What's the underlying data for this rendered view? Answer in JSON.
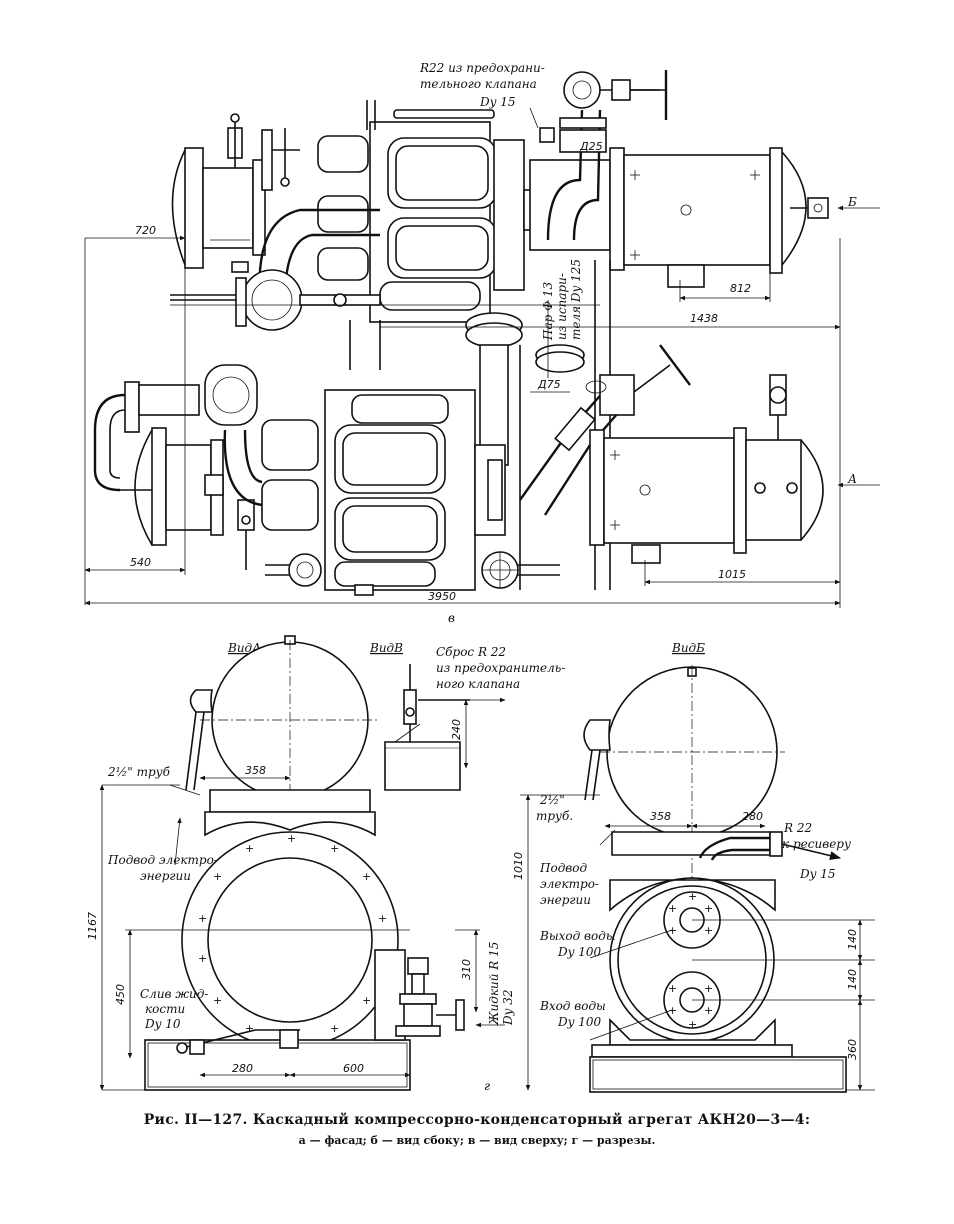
{
  "caption": {
    "title": "Рис. II—127. Каскадный компрессорно-конденсаторный агрегат АКН20—3—4:",
    "legend": "а — фасад; б — вид сбоку; в — вид сверху; г — разрезы."
  },
  "plan": {
    "notes": {
      "safety_valve_1": "R22 из предохрани-",
      "safety_valve_2": "тельного клапана",
      "dy15": "Dy 15",
      "d25": "Д25",
      "vapor_1": "Пар Ф 13",
      "vapor_2": "из испари-",
      "vapor_3": "теля Dy 125",
      "d75": "Д75"
    },
    "dimensions": {
      "d720": "720",
      "d812": "812",
      "d1438": "1438",
      "d540": "540",
      "d1015": "1015",
      "d3950": "3950"
    },
    "arrows": {
      "b": "Б",
      "a": "А"
    },
    "view_letter": "в"
  },
  "sections": {
    "letter": "г",
    "view_a": {
      "title": "ВидА",
      "pipe_size": "2½\" труб",
      "power_1": "Подвод электро-",
      "power_2": "энергии",
      "drain_1": "Слив жид-",
      "drain_2": "кости",
      "drain_3": "Dy 10",
      "liquid_1": "Жидкий R 15",
      "liquid_2": "Dy 32",
      "dims": {
        "d358": "358",
        "d1167": "1167",
        "d450": "450",
        "d310": "310",
        "d280": "280",
        "d600": "600"
      }
    },
    "view_v": {
      "title": "ВидВ",
      "vent_1": "Сброс R 22",
      "vent_2": "из предохранитель-",
      "vent_3": "ного клапана",
      "d240": "240"
    },
    "view_b": {
      "title": "ВидБ",
      "pipe_size_1": "2½\"",
      "pipe_size_2": "труб.",
      "power_1": "Подвод",
      "power_2": "электро-",
      "power_3": "энергии",
      "receiver_1": "R 22",
      "receiver_2": "к ресиверу",
      "receiver_3": "Dy 15",
      "water_out_1": "Выход воды",
      "water_out_2": "Dy 100",
      "water_in_1": "Вход воды",
      "water_in_2": "Dy 100",
      "dims": {
        "d358": "358",
        "d280": "280",
        "d1010": "1010",
        "d140a": "140",
        "d140b": "140",
        "d360": "360"
      }
    }
  }
}
